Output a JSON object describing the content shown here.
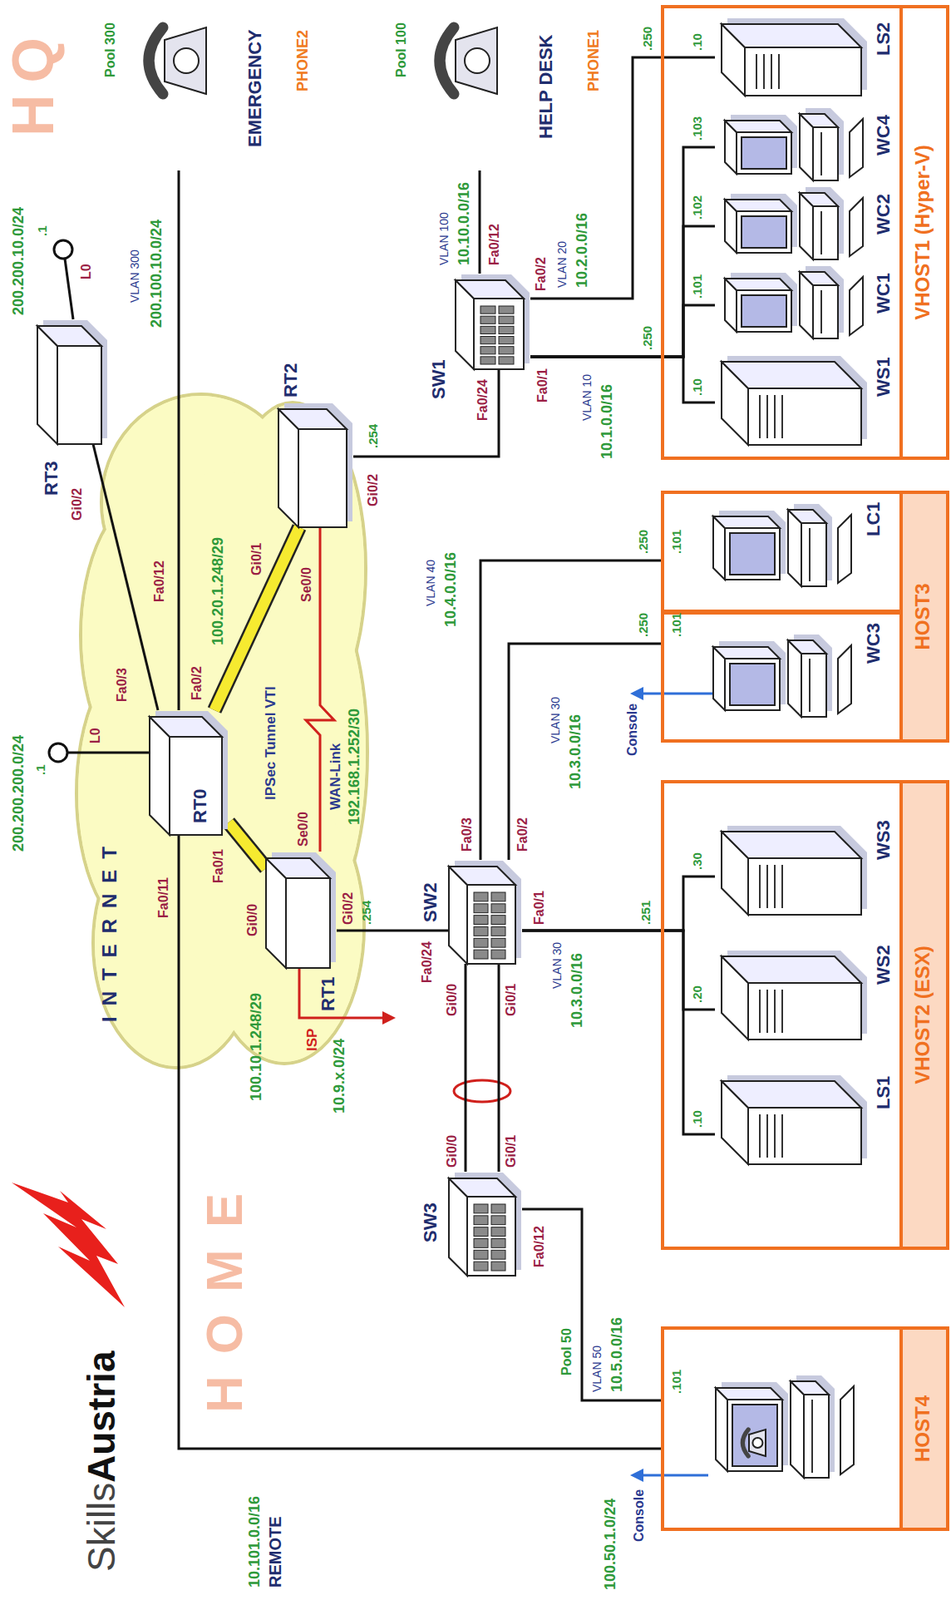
{
  "diagram": {
    "nodes": [
      {
        "text": [
          "INTERNET"
        ]
      },
      {
        "text": [
          "RT0"
        ],
        "in": 0
      },
      {
        "text": [
          "RT1"
        ],
        "in": 0
      },
      {
        "text": [
          "RT2"
        ],
        "in": 0
      },
      {
        "text": [
          "RT3"
        ]
      },
      {
        "text": [
          "PHONE2",
          "EMERGENCY",
          "Pool 300"
        ]
      },
      {
        "text": [
          "PHONE1",
          "HELP DESK",
          "Pool 100"
        ]
      },
      {
        "text": [
          "SW1"
        ]
      },
      {
        "text": [
          "SW2"
        ]
      },
      {
        "text": [
          "SW3"
        ]
      },
      {
        "text": [
          "VHOST1 (Hyper-V)"
        ]
      },
      {
        "text": [
          "WS1"
        ],
        "in": 10
      },
      {
        "text": [
          "WC1"
        ],
        "in": 10
      },
      {
        "text": [
          "WC2"
        ],
        "in": 10
      },
      {
        "text": [
          "WC4"
        ],
        "in": 10
      },
      {
        "text": [
          "LS2"
        ],
        "in": 10
      },
      {
        "text": [
          "HOST3"
        ]
      },
      {
        "text": [
          "LC1"
        ],
        "in": 16
      },
      {
        "text": [
          "WC3"
        ],
        "in": 16
      },
      {
        "text": [
          "VHOST2 (ESX)"
        ]
      },
      {
        "text": [
          "LS1"
        ],
        "in": 19
      },
      {
        "text": [
          "WS2"
        ],
        "in": 19
      },
      {
        "text": [
          "WS3"
        ],
        "in": 19
      },
      {
        "text": [
          "HOST4"
        ]
      }
    ],
    "edges": [
      {
        "from": 1,
        "to": 4,
        "arrow": "none"
      },
      {
        "from": 1,
        "to": 5,
        "arrow": "none"
      },
      {
        "from": 1,
        "to": 23,
        "arrow": "none"
      },
      {
        "from": 1,
        "to": 2,
        "arrow": "none"
      },
      {
        "from": 1,
        "to": 3,
        "arrow": "none"
      },
      {
        "from": 2,
        "to": 3,
        "arrow": "none"
      },
      {
        "from": 2,
        "to": 8,
        "arrow": "none"
      },
      {
        "from": 3,
        "to": 7,
        "arrow": "none"
      },
      {
        "from": 7,
        "to": 6,
        "arrow": "none"
      },
      {
        "from": 7,
        "to": 15,
        "arrow": "none"
      },
      {
        "from": 7,
        "to": 11,
        "arrow": "none"
      },
      {
        "from": 7,
        "to": 12,
        "arrow": "none"
      },
      {
        "from": 7,
        "to": 13,
        "arrow": "none"
      },
      {
        "from": 7,
        "to": 14,
        "arrow": "none"
      },
      {
        "from": 8,
        "to": 17,
        "arrow": "none"
      },
      {
        "from": 8,
        "to": 18,
        "arrow": "none"
      },
      {
        "from": 8,
        "to": 20,
        "arrow": "none"
      },
      {
        "from": 8,
        "to": 21,
        "arrow": "none"
      },
      {
        "from": 8,
        "to": 22,
        "arrow": "none"
      },
      {
        "from": 8,
        "to": 9,
        "arrow": "none"
      },
      {
        "from": 8,
        "to": 9,
        "arrow": "none"
      },
      {
        "from": 9,
        "to": 23,
        "arrow": "none"
      }
    ],
    "labels": [
      "Skills",
      "Austria",
      "HOME",
      "HQ",
      "10.101.0.0/16",
      "REMOTE",
      "100.50.1.0/24",
      "Console",
      "200.200.10.0/24",
      ".1",
      "L0",
      "200.200.200.0/24",
      ".1",
      "L0",
      "Fa0/3",
      "Gi0/2",
      "Fa0/12",
      "VLAN 300",
      "200.100.10.0/24",
      "Fa0/11",
      "Fa0/2",
      "Fa0/1",
      "100.20.1.248/29",
      "Gi0/1",
      "Gi0/0",
      "100.10.1.248/29",
      "IPSec Tunnel VTI",
      "Se0/0",
      "Se0/0",
      "WAN-Link",
      "192.168.1.252/30",
      "ISP",
      "10.9.x.0/24",
      "Gi0/2",
      ".254",
      "Gi0/2",
      ".254",
      "Fa0/24",
      "VLAN 100",
      "10.10.0.0/16",
      "Fa0/12",
      "Fa0/1",
      "Fa0/2",
      "VLAN 20",
      "10.2.0.0/16",
      "VLAN 10",
      "10.1.0.0/16",
      ".250",
      ".10",
      ".101",
      ".102",
      ".103",
      ".10",
      ".250",
      "Fa0/24",
      "Fa0/3",
      "Fa0/2",
      "Fa0/1",
      "Gi0/0",
      "Gi0/1",
      "VLAN 40",
      "10.4.0.0/16",
      ".250",
      ".101",
      ".250",
      ".101",
      "VLAN 30",
      "10.3.0.0/16",
      "Console",
      "VLAN 30",
      "10.3.0.0/16",
      ".251",
      ".10",
      ".20",
      ".30",
      "Gi0/0",
      "Gi0/1",
      "Fa0/12",
      "Pool 50",
      "VLAN 50",
      "10.5.0.0/16",
      ".101"
    ]
  }
}
